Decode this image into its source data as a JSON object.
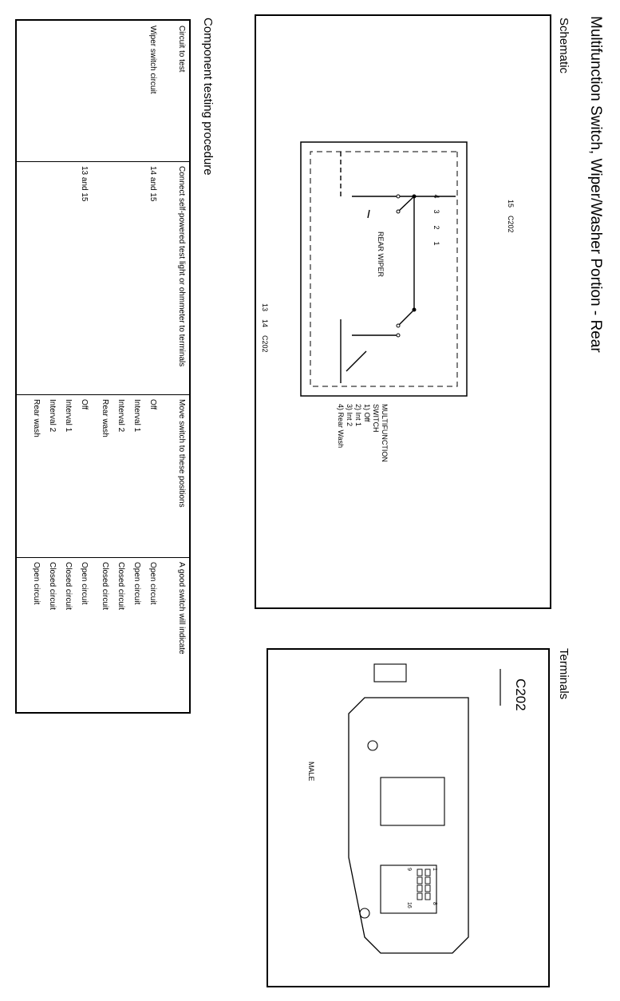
{
  "title": "Multifunction Switch, Wiper/Washer Portion - Rear",
  "schematic": {
    "heading": "Schematic",
    "connector_top": "C202",
    "connector_bottom": "C202",
    "wire_15": "15",
    "wire_13": "13",
    "wire_14": "14",
    "rear_wiper_label": "REAR WIPER",
    "pin_1": "1",
    "pin_2": "2",
    "pin_3": "3",
    "pin_4": "4",
    "legend_title": "MULTIFUNCTION",
    "legend_sub": "SWITCH",
    "legend_items": [
      "1) Off",
      "2) Int 1",
      "3) Int 2",
      "4) Rear Wash"
    ]
  },
  "terminals": {
    "heading": "Terminals",
    "connector": "C202",
    "gender": "MALE",
    "pin_1": "1",
    "pin_8": "8",
    "pin_9": "9",
    "pin_16": "16"
  },
  "procedure": {
    "heading": "Component testing procedure",
    "columns": [
      "Circuit to test",
      "Connect self-powered test light or ohmmeter to terminals",
      "Move switch to these positions",
      "A good switch will indicate"
    ],
    "circuit": "Wiper switch circuit",
    "groups": [
      {
        "terminals": "14 and 15",
        "rows": [
          {
            "position": "Off",
            "result": "Open circuit"
          },
          {
            "position": "Interval 1",
            "result": "Open circuit"
          },
          {
            "position": "Interval 2",
            "result": "Closed circuit"
          },
          {
            "position": "Rear wash",
            "result": "Closed circuit"
          }
        ]
      },
      {
        "terminals": "13 and 15",
        "rows": [
          {
            "position": "Off",
            "result": "Open circuit"
          },
          {
            "position": "Interval 1",
            "result": "Closed circuit"
          },
          {
            "position": "Interval 2",
            "result": "Closed circuit"
          },
          {
            "position": "Rear wash",
            "result": "Open circuit"
          }
        ]
      }
    ]
  }
}
